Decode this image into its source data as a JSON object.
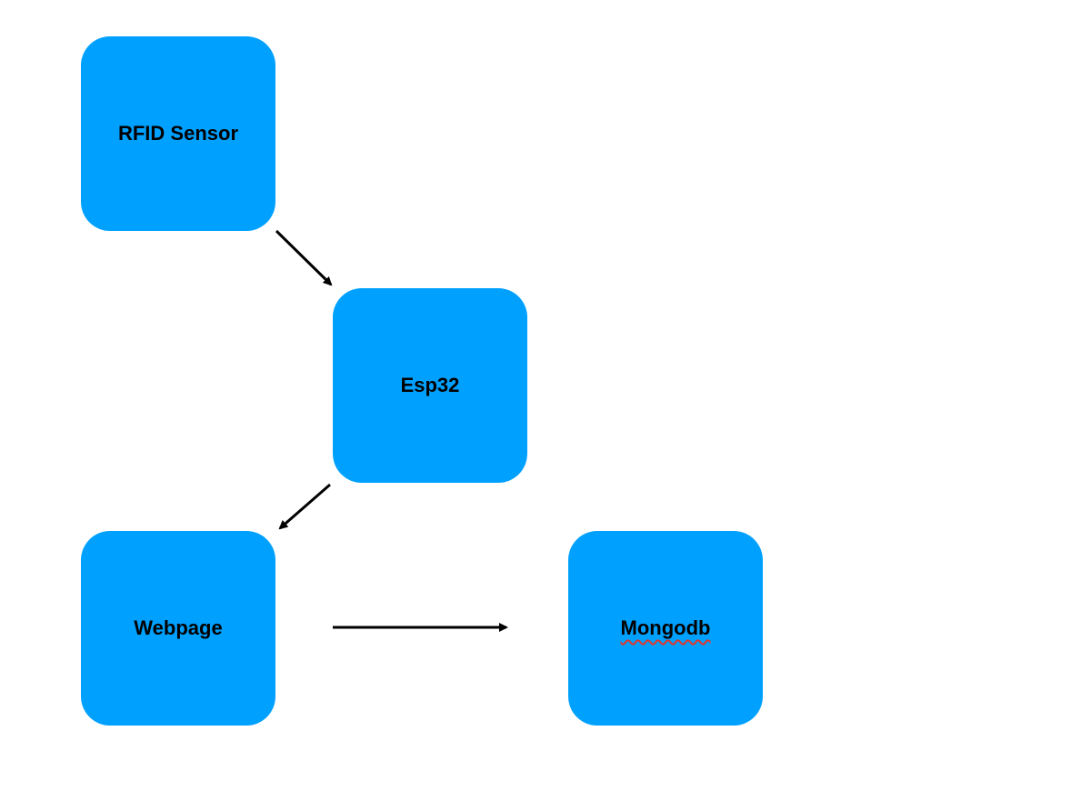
{
  "colors": {
    "node_fill": "#00a1fe",
    "arrow": "#000000",
    "spellcheck_underline": "#e0352b"
  },
  "nodes": {
    "rfid": {
      "label": "RFID Sensor"
    },
    "esp32": {
      "label": "Esp32"
    },
    "webpage": {
      "label": "Webpage"
    },
    "mongodb": {
      "label": "Mongodb",
      "spellcheck_flagged": true
    }
  },
  "edges": [
    {
      "from": "rfid",
      "to": "esp32"
    },
    {
      "from": "esp32",
      "to": "webpage"
    },
    {
      "from": "webpage",
      "to": "mongodb"
    }
  ]
}
